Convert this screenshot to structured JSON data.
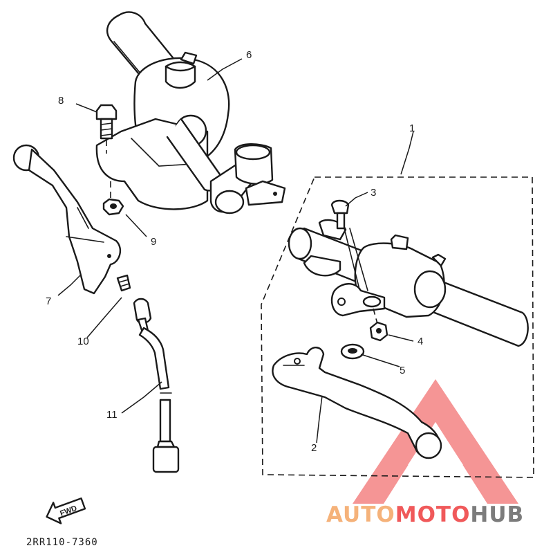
{
  "diagram": {
    "callouts": [
      "1",
      "2",
      "3",
      "4",
      "5",
      "6",
      "7",
      "8",
      "9",
      "10",
      "11"
    ],
    "direction_tag": "FWD",
    "drawing_code": "2RR110-7360"
  },
  "watermark": {
    "part1": "AUTO",
    "part2": "MOTO",
    "part3": "HUB",
    "color_orange": "#f5b27a",
    "color_red": "#f0595a",
    "color_gray": "#7c7c7c"
  }
}
